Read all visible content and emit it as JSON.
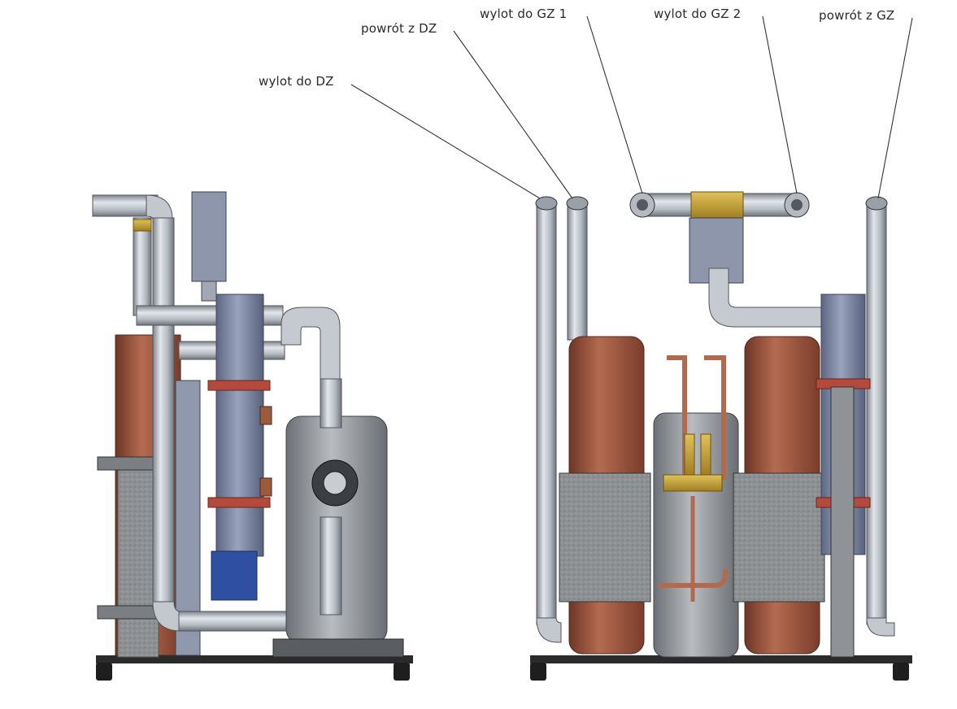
{
  "labels": {
    "wylot_do_dz": "wylot do DZ",
    "powrot_z_dz": "powrót z DZ",
    "wylot_do_gz1": "wylot do GZ 1",
    "wylot_do_gz2": "wylot do GZ 2",
    "powrot_z_gz": "powrót z GZ"
  },
  "colors": {
    "pipe_steel": "#b7bdc6",
    "copper_tank": "#a65d45",
    "insulation": "#8f9294",
    "brass": "#c7a23a",
    "pump_blue": "#2f4fa3",
    "frame": "#2b2b2b",
    "compressor": "#8e9296"
  }
}
